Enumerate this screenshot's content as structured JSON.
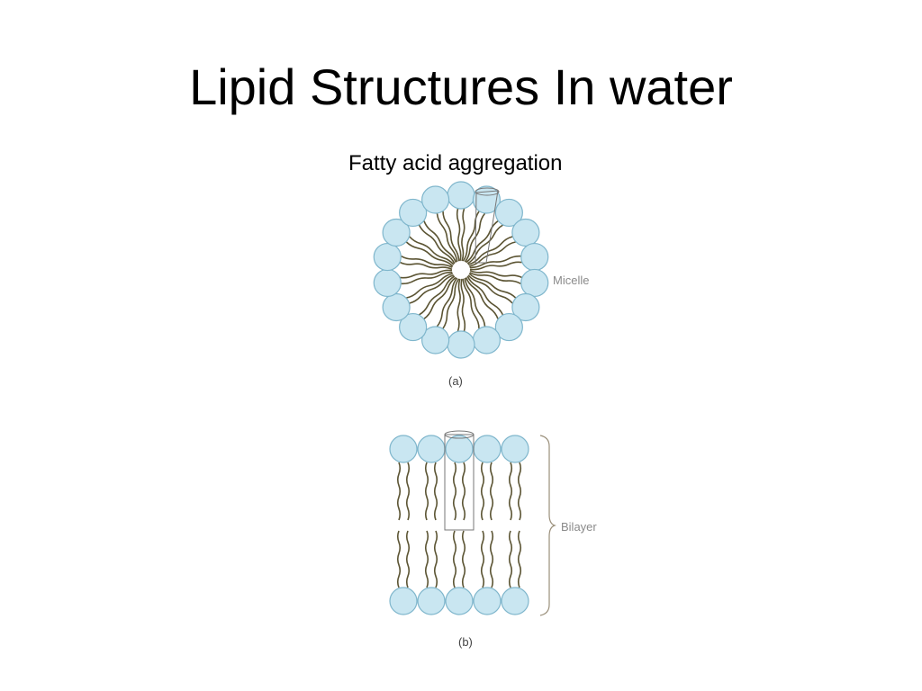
{
  "slide": {
    "title": "Lipid Structures In water"
  },
  "figure": {
    "title": "Fatty acid aggregation",
    "micelle": {
      "label": "Micelle",
      "panel_label": "(a)",
      "head_count": 18
    },
    "bilayer": {
      "label": "Bilayer",
      "panel_label": "(b)",
      "heads_per_layer": 5
    }
  },
  "colors": {
    "head_fill": "#c9e6f1",
    "head_stroke": "#7fb6cc",
    "tail": "#5b5433",
    "label_gray": "#8a8a8a",
    "bracket": "#9a8f7a"
  }
}
